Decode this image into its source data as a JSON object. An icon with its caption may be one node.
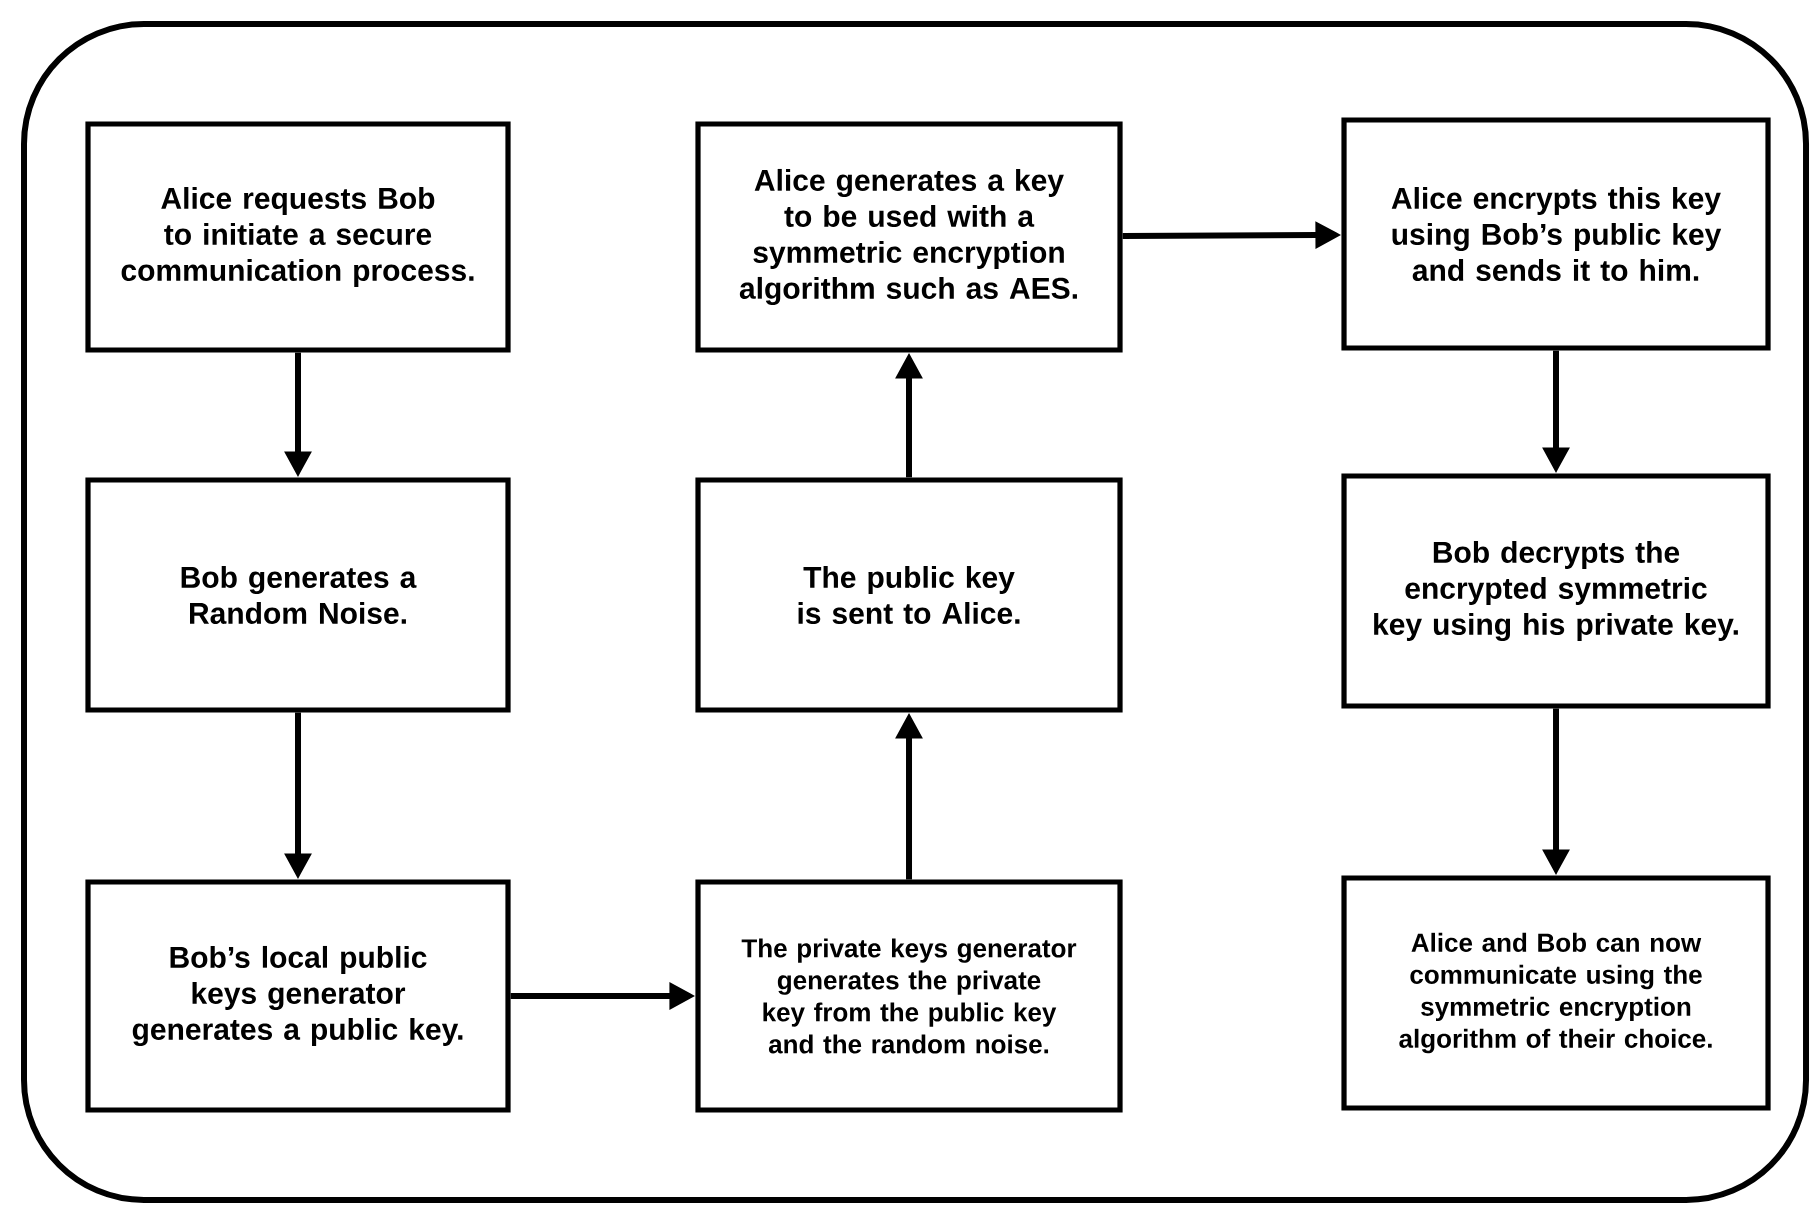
{
  "diagram": {
    "nodes": [
      {
        "text": [],
        "shape": "box"
      },
      {
        "text": [
          "Alice requests Bob to initiate a secure communication process."
        ],
        "in": 0
      },
      {
        "text": [
          "Bob generates a Random Noise."
        ],
        "in": 0
      },
      {
        "text": [
          "Bob’s local public keys generator generates a public key."
        ],
        "in": 0
      },
      {
        "text": [
          "The private keys generator generates the private key from the public key and the random noise."
        ],
        "in": 0
      },
      {
        "text": [
          "The public key is sent to Alice."
        ],
        "in": 0
      },
      {
        "text": [
          "Alice generates a key to be used with a symmetric encryption algorithm such as AES."
        ],
        "in": 0
      },
      {
        "text": [
          "Alice encrypts this key using Bob’s public key and sends it to him."
        ],
        "in": 0
      },
      {
        "text": [
          "Bob decrypts the encrypted symmetric key using his private key."
        ],
        "in": 0
      },
      {
        "text": [
          "Alice and Bob can now communicate using the symmetric encryption algorithm of their choice."
        ],
        "in": 0
      }
    ],
    "edges": [
      {
        "from": 1,
        "to": 2,
        "arrow": "to"
      },
      {
        "from": 2,
        "to": 3,
        "arrow": "to"
      },
      {
        "from": 3,
        "to": 4,
        "arrow": "to"
      },
      {
        "from": 4,
        "to": 5,
        "arrow": "to"
      },
      {
        "from": 5,
        "to": 6,
        "arrow": "to"
      },
      {
        "from": 6,
        "to": 7,
        "arrow": "to"
      },
      {
        "from": 7,
        "to": 8,
        "arrow": "to"
      },
      {
        "from": 8,
        "to": 9,
        "arrow": "to"
      }
    ]
  }
}
